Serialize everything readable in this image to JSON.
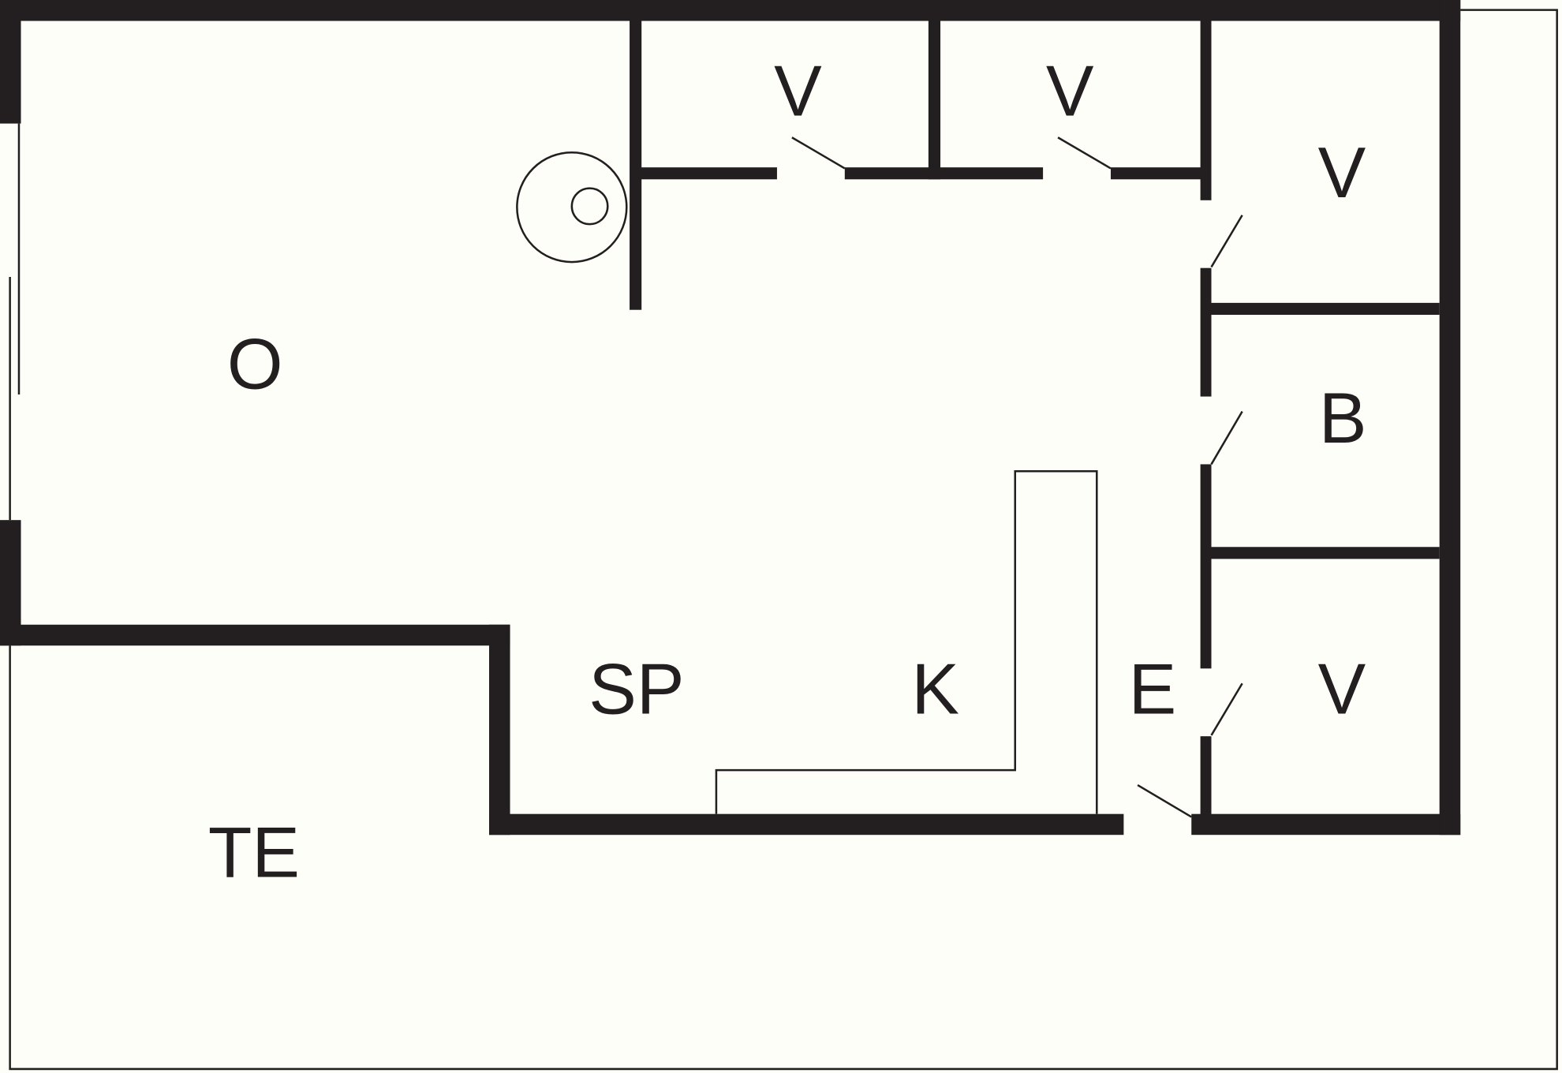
{
  "plan": {
    "colors": {
      "wall": "#231f20",
      "background": "#fdfef8"
    },
    "rooms": [
      {
        "id": "o",
        "label": "O"
      },
      {
        "id": "v1",
        "label": "V"
      },
      {
        "id": "v2",
        "label": "V"
      },
      {
        "id": "v3",
        "label": "V"
      },
      {
        "id": "b",
        "label": "B"
      },
      {
        "id": "v4",
        "label": "V"
      },
      {
        "id": "sp",
        "label": "SP"
      },
      {
        "id": "k",
        "label": "K"
      },
      {
        "id": "e",
        "label": "E"
      },
      {
        "id": "te",
        "label": "TE"
      }
    ]
  }
}
